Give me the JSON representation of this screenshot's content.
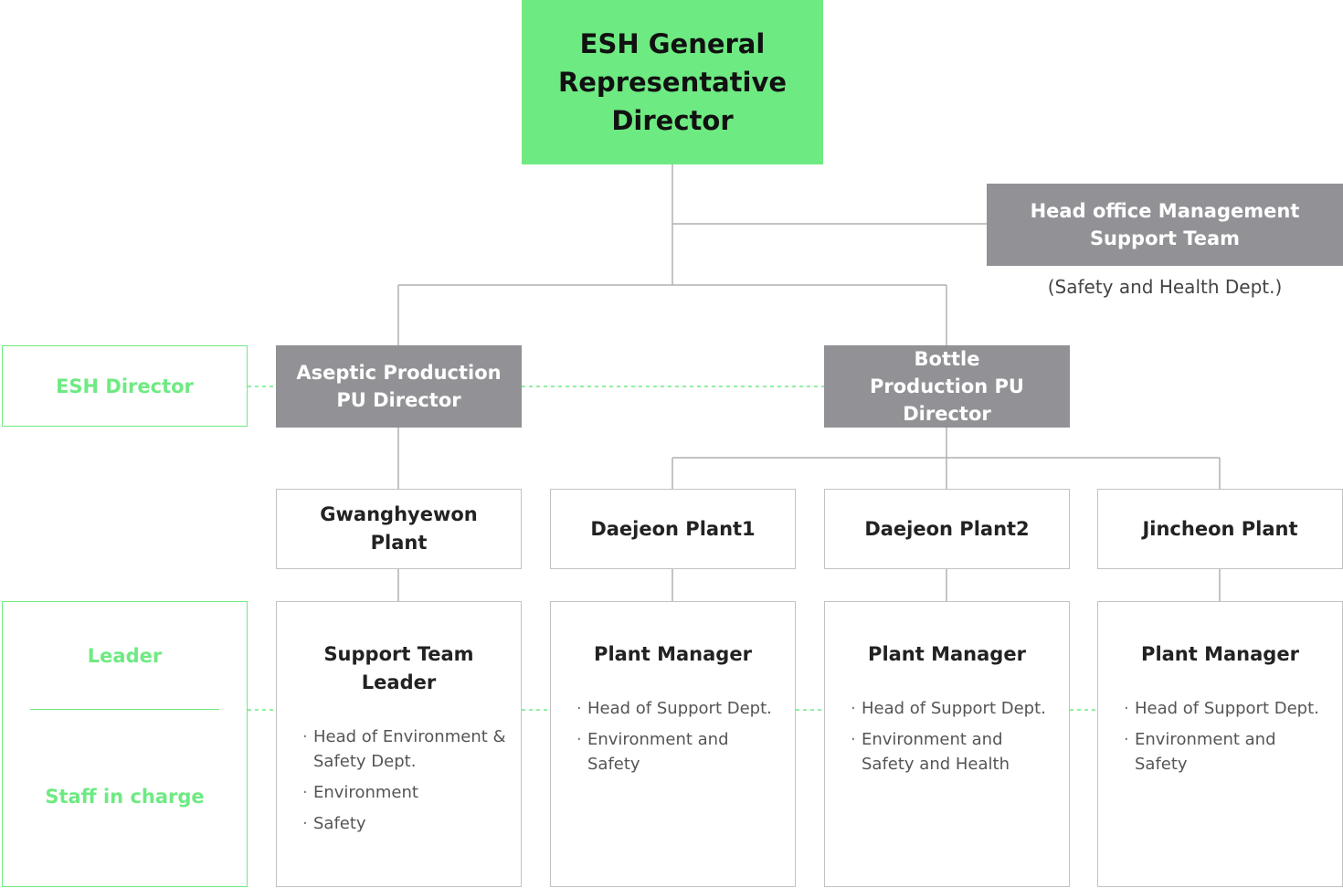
{
  "top": {
    "label": "ESH General Representative Director"
  },
  "head_office": {
    "label": "Head office Management Support Team",
    "note": "(Safety and Health Dept.)"
  },
  "legend": {
    "esh_director": "ESH Director",
    "leader": "Leader",
    "staff": "Staff in charge"
  },
  "directors": [
    {
      "label": "Aseptic Production PU Director"
    },
    {
      "label": "Bottle Production PU Director"
    }
  ],
  "plants": [
    {
      "name": "Gwanghyewon Plant",
      "title": "Support Team Leader",
      "staff": [
        "Head of Environment & Safety Dept.",
        "Environment",
        "Safety"
      ]
    },
    {
      "name": "Daejeon Plant1",
      "title": "Plant Manager",
      "staff": [
        "Head of Support Dept.",
        "Environment and Safety"
      ]
    },
    {
      "name": "Daejeon Plant2",
      "title": "Plant Manager",
      "staff": [
        "Head of Support Dept.",
        "Environment and Safety and Health"
      ]
    },
    {
      "name": "Jincheon Plant",
      "title": "Plant Manager",
      "staff": [
        "Head of Support Dept.",
        "Environment and Safety"
      ]
    }
  ],
  "colors": {
    "accent": "#6eea82",
    "grey": "#929296",
    "border": "#c2c2c2"
  }
}
